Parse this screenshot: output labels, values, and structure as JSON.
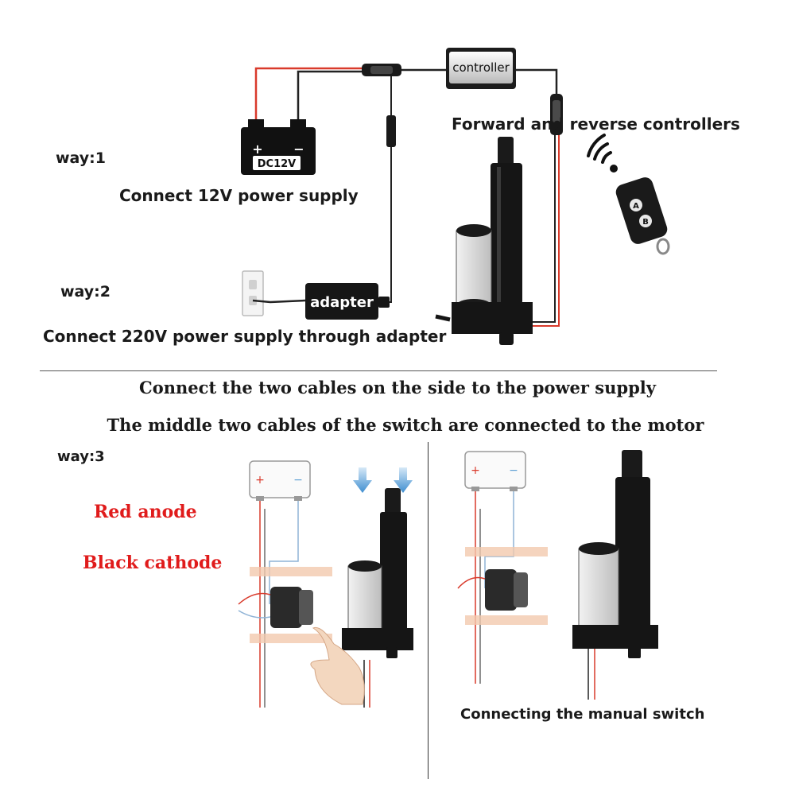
{
  "way1": {
    "label": "way:1",
    "caption": "Connect 12V power supply",
    "battery_label": "DC12V",
    "battery_plus": "+",
    "battery_minus": "−"
  },
  "way2": {
    "label": "way:2",
    "caption": "Connect 220V power supply through adapter",
    "adapter_label": "adapter"
  },
  "controller": {
    "label": "controller",
    "caption": "Forward and reverse controllers"
  },
  "remote": {
    "button_a": "A",
    "button_b": "B"
  },
  "instructions": {
    "line1": "Connect the two cables on the side to the power supply",
    "line2": "The middle two cables of the switch are connected to the motor"
  },
  "way3": {
    "label": "way:3",
    "red_anode": "Red anode",
    "black_cathode": "Black cathode",
    "psu_plus": "+",
    "psu_minus": "−",
    "caption": "Connecting the manual switch"
  },
  "colors": {
    "red_wire": "#d93a2b",
    "black_wire": "#222222",
    "blue_wire": "#8fb3d6",
    "accent_red_text": "#e01b1b",
    "arrow_blue": "#5d9fd3",
    "bracket_peach": "#f2c9ae"
  }
}
